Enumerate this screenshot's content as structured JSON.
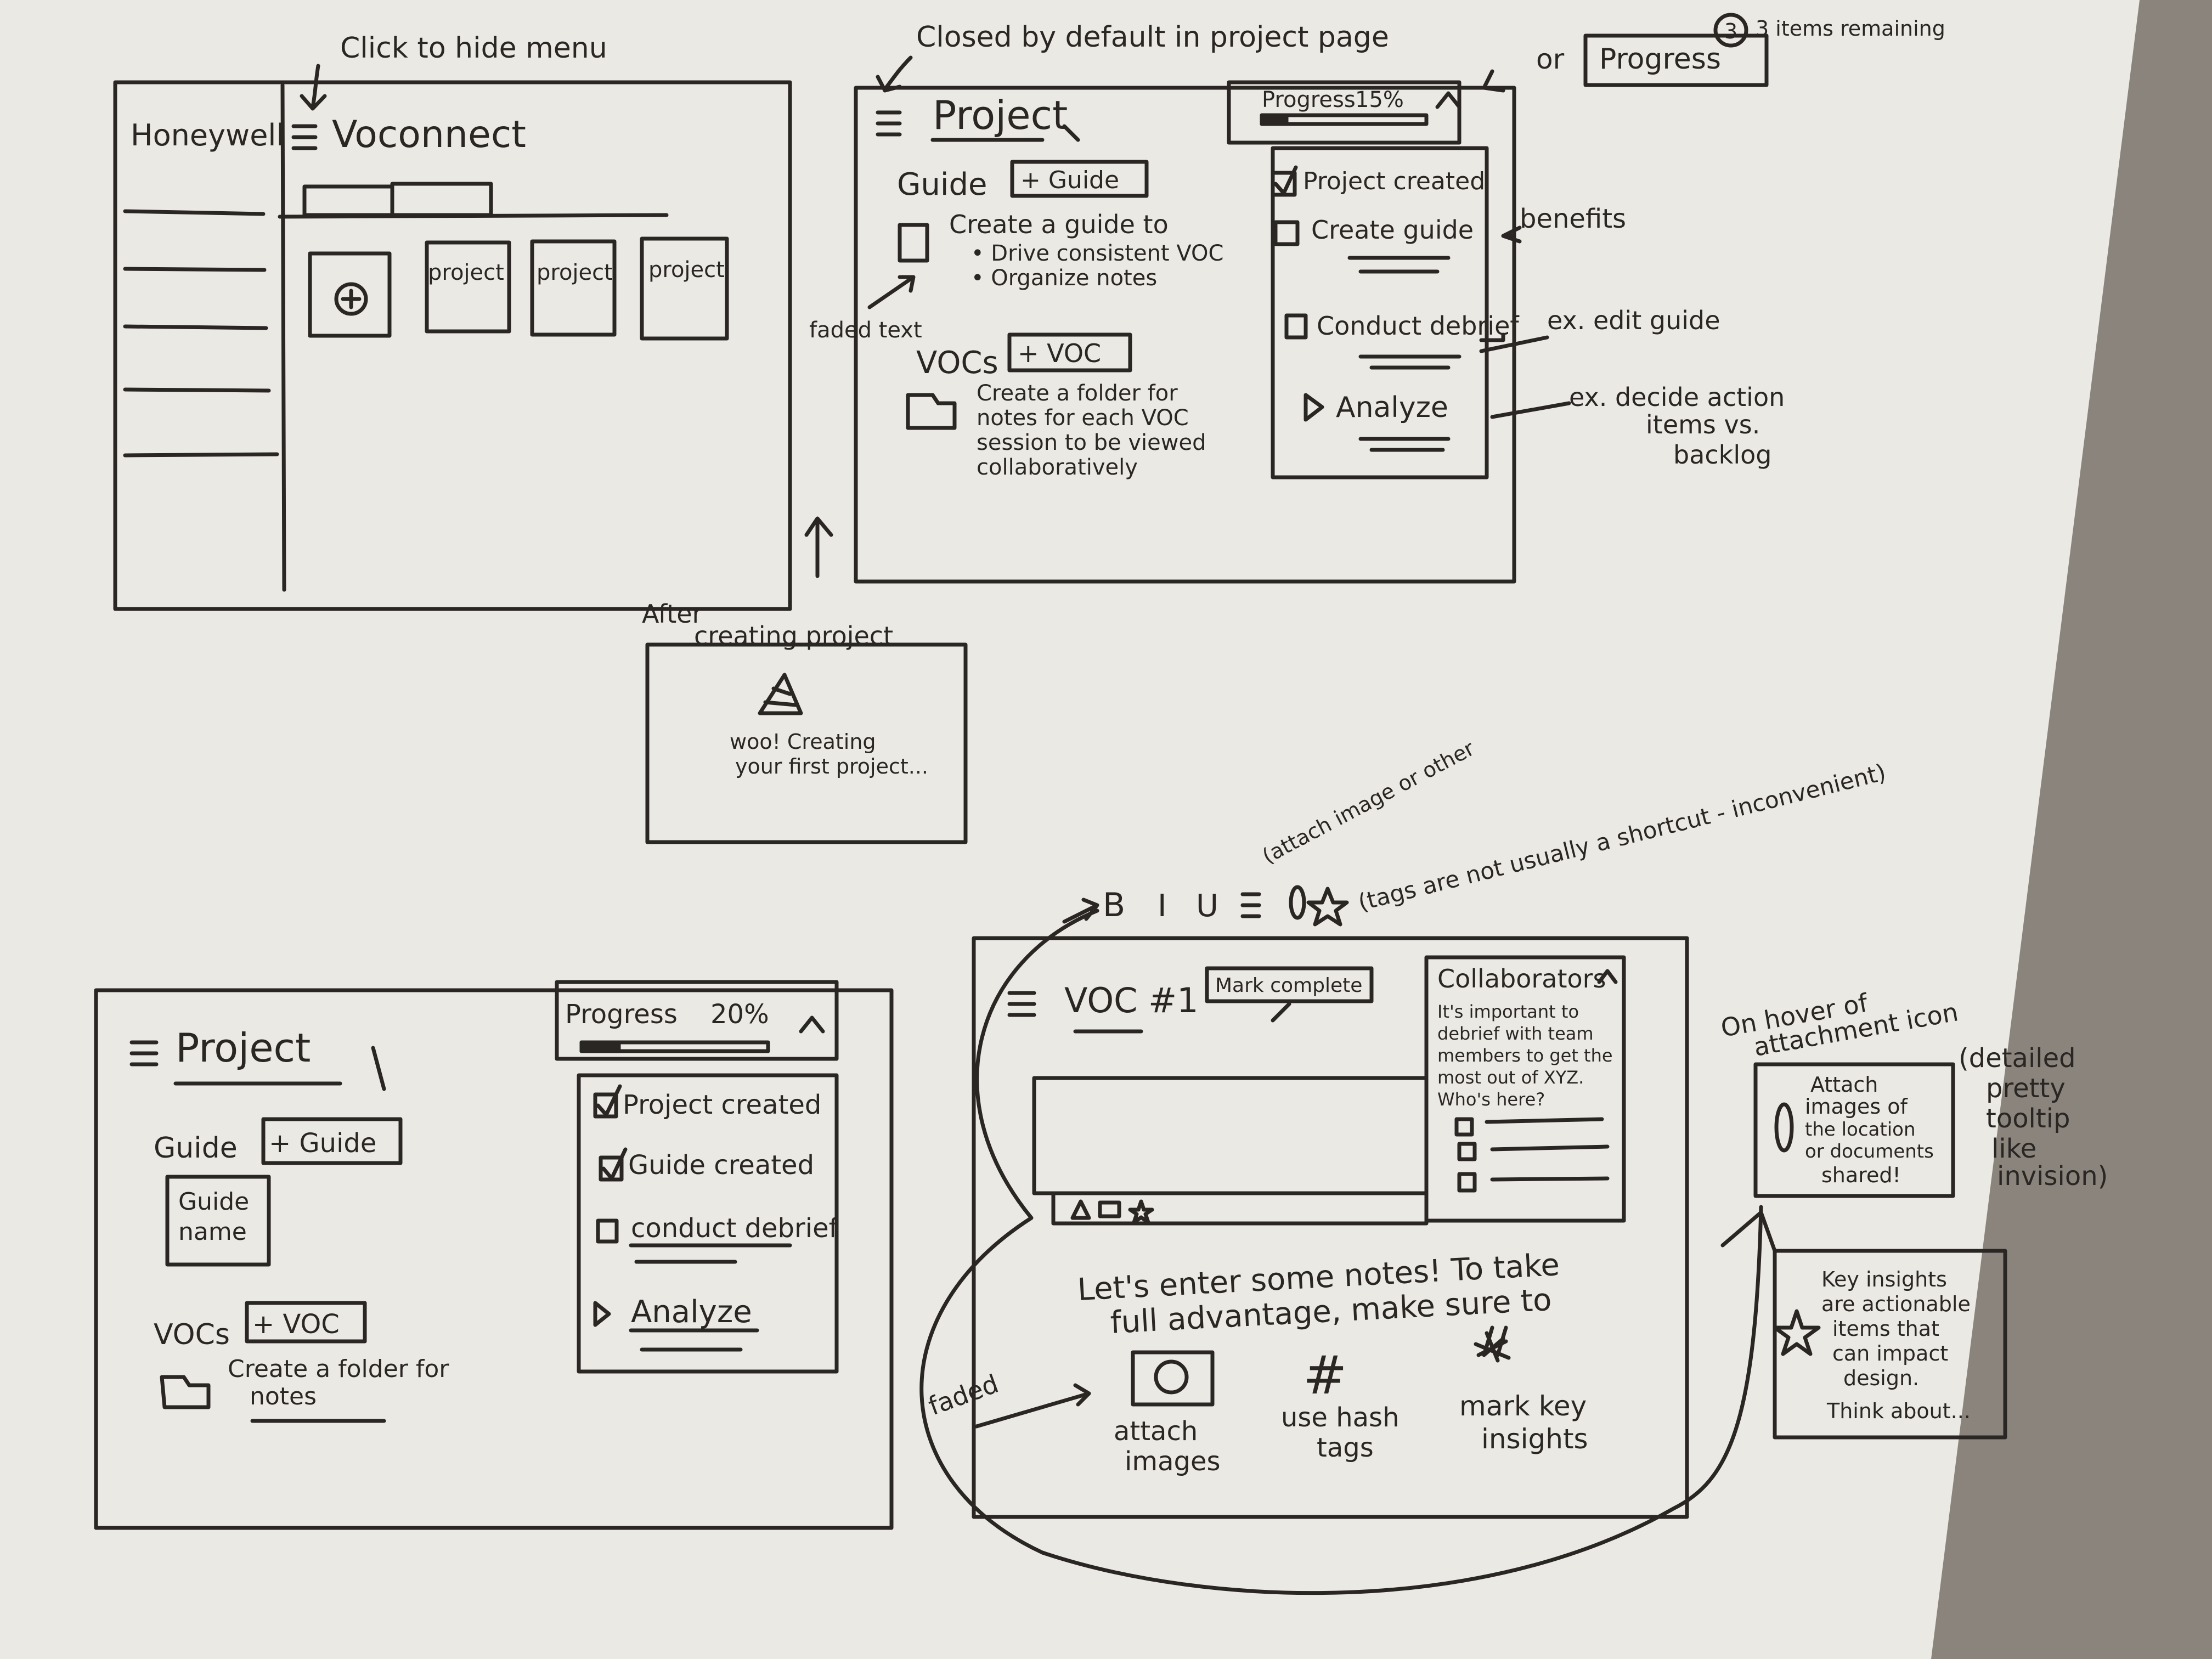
{
  "paper_color": "#ebe9e4",
  "ink_color": "#2a2624",
  "sketch1": {
    "annotation_top": "Click to hide menu",
    "brand": "Honeywell",
    "app_title": "Voconnect",
    "add_icon": "plus-circle-icon",
    "cards": [
      "project",
      "project",
      "project"
    ]
  },
  "sketch2": {
    "annotation_closed": "Closed by default in project page",
    "annotation_or": "or",
    "alt_progress_label": "Progress",
    "alt_progress_badge": "3",
    "alt_progress_note": "3 items remaining",
    "title": "Project",
    "progress_label": "Progress",
    "progress_value": "15%",
    "progress_fraction": 0.15,
    "guide_label": "Guide",
    "guide_button": "+ Guide",
    "guide_desc": [
      "Create a guide to",
      "• Drive consistent VOC",
      "• Organize notes"
    ],
    "faded_note": "faded text",
    "vocs_label": "VOCs",
    "voc_button": "+ VOC",
    "voc_desc": [
      "Create a folder for",
      "notes for each VOC",
      "session to be viewed",
      "collaboratively"
    ],
    "checklist": [
      "Project created",
      "Create guide",
      "Conduct debrief",
      "Analyze"
    ],
    "checklist_checked": [
      true,
      false,
      false,
      false
    ],
    "side_notes": [
      "benefits",
      "ex. edit guide",
      "ex. decide action",
      "items vs.",
      "backlog"
    ]
  },
  "sketch3": {
    "title_line1": "After",
    "title_line2": "creating project",
    "modal_line1": "woo! Creating",
    "modal_line2": "your first project..."
  },
  "sketch4": {
    "title": "Project",
    "guide_label": "Guide",
    "guide_button": "+ Guide",
    "guide_name": [
      "Guide",
      "name"
    ],
    "vocs_label": "VOCs",
    "voc_button": "+ VOC",
    "voc_desc": [
      "Create a folder for",
      "notes"
    ],
    "progress_label": "Progress",
    "progress_value": "20%",
    "progress_fraction": 0.2,
    "checklist": [
      "Project created",
      "Guide created",
      "conduct debrief",
      "Analyze"
    ],
    "checklist_checked": [
      true,
      true,
      false,
      false
    ]
  },
  "sketch5": {
    "toolbar_letters": [
      "B",
      "I",
      "U"
    ],
    "toolbar_note1": "(attach image or other",
    "toolbar_note2": "(tags are not usually a shortcut - inconvenient)",
    "voc_title": "VOC #1",
    "mark_complete": "Mark complete",
    "collaborators_label": "Collaborators",
    "collab_desc": [
      "It's important to",
      "debrief with team",
      "members to get the",
      "most out of XYZ.",
      "Who's here?"
    ],
    "prompt_line1": "Let's enter some notes! To take",
    "prompt_line2": "full advantage, make sure to",
    "tips": [
      {
        "label1": "attach",
        "label2": "images",
        "icon": "camera-icon"
      },
      {
        "label1": "use hash",
        "label2": "tags",
        "icon": "hashtag-icon"
      },
      {
        "label1": "mark key",
        "label2": "insights",
        "icon": "star-icon"
      }
    ],
    "faded_note": "faded",
    "hover_note1": "On hover of",
    "hover_note2": "attachment icon",
    "tooltip1": [
      "Attach",
      "images of",
      "the location",
      "or documents",
      "shared!"
    ],
    "tooltip_note": [
      "(detailed",
      "pretty",
      "tooltip",
      "like",
      "invision)"
    ],
    "tooltip2": [
      "Key insights",
      "are actionable",
      "items that",
      "can impact",
      "design.",
      "Think about..."
    ]
  }
}
